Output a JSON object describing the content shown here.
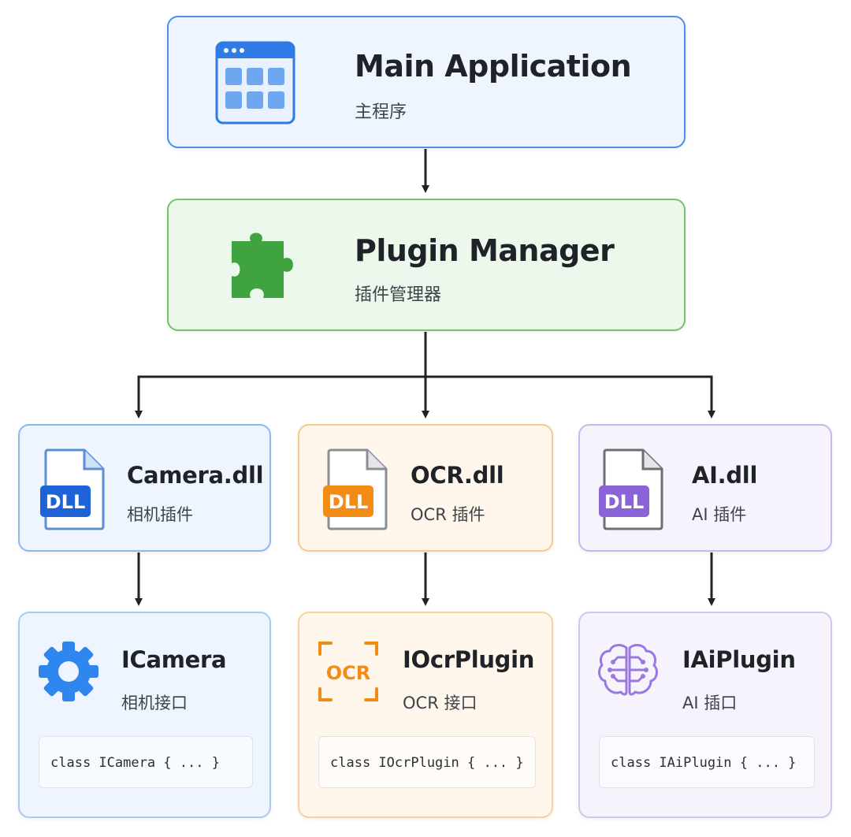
{
  "main_app": {
    "title": "Main Application",
    "subtitle": "主程序",
    "icon": "app-window-icon"
  },
  "plugin_manager": {
    "title": "Plugin Manager",
    "subtitle": "插件管理器",
    "icon": "puzzle-piece-icon"
  },
  "dlls": [
    {
      "title": "Camera.dll",
      "subtitle": "相机插件",
      "badge": "DLL",
      "accent": "#1e63d6",
      "icon": "dll-file-icon"
    },
    {
      "title": "OCR.dll",
      "subtitle": "OCR 插件",
      "badge": "DLL",
      "accent": "#f28c14",
      "icon": "dll-file-icon"
    },
    {
      "title": "AI.dll",
      "subtitle": "AI 插件",
      "badge": "DLL",
      "accent": "#8a63d8",
      "icon": "dll-file-icon"
    }
  ],
  "interfaces": [
    {
      "title": "ICamera",
      "subtitle": "相机接口",
      "code": "class ICamera { ... }",
      "icon": "gear-icon",
      "accent": "#2f86ef"
    },
    {
      "title": "IOcrPlugin",
      "subtitle": "OCR 接口",
      "code": "class IOcrPlugin { ... }",
      "icon": "ocr-scan-icon",
      "icon_text": "OCR",
      "accent": "#f28c14"
    },
    {
      "title": "IAiPlugin",
      "subtitle": "AI 插口",
      "code": "class IAiPlugin { ... }",
      "icon": "ai-brain-icon",
      "accent": "#9a78e0"
    }
  ]
}
